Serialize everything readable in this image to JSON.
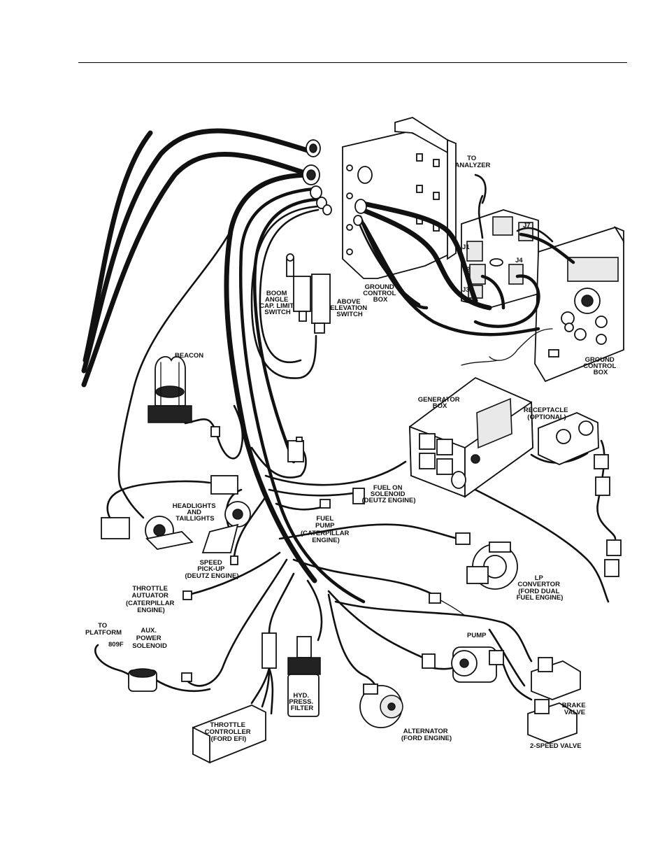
{
  "labels": {
    "to_analyzer": [
      "TO",
      "ANALYZER"
    ],
    "j1": "J1",
    "j2": "J2",
    "j3": "J3",
    "j4": "J4",
    "j7": "J7",
    "boom_angle": [
      "BOOM",
      "ANGLE",
      "CAP. LIMIT",
      "SWITCH"
    ],
    "above_elevation": [
      "ABOVE",
      "ELEVATION",
      "SWITCH"
    ],
    "ground_control_box_1": [
      "GROUND",
      "CONTROL",
      "BOX"
    ],
    "ground_control_box_2": [
      "GROUND",
      "CONTROL",
      "BOX"
    ],
    "beacon": [
      "BEACON"
    ],
    "generator_box": [
      "GENERATOR",
      "BOX"
    ],
    "receptacle": [
      "RECEPTACLE",
      "(OPTIONAL)"
    ],
    "fuel_on_solenoid": [
      "FUEL ON",
      "SOLENOID",
      "(DEUTZ ENGINE)"
    ],
    "fuel_pump": [
      "FUEL",
      "PUMP",
      "(CATERPILLAR",
      "ENGINE)"
    ],
    "headlights": [
      "HEADLIGHTS",
      "AND",
      "TAILLIGHTS"
    ],
    "speed_pickup": [
      "SPEED",
      "PICK-UP",
      "(DEUTZ ENGINE)"
    ],
    "lp_convertor": [
      "LP",
      "CONVERTOR",
      "(FORD DUAL",
      "FUEL ENGINE)"
    ],
    "throttle_autuator": [
      "THROTTLE",
      "AUTUATOR",
      "(CATERPILLAR",
      "ENGINE)"
    ],
    "to_platform": [
      "TO",
      "PLATFORM"
    ],
    "wire_809f": [
      "809F"
    ],
    "aux_power_solenoid": [
      "AUX.",
      "POWER",
      "SOLENOID"
    ],
    "pump": [
      "PUMP"
    ],
    "hyd_press_filter": [
      "HYD.",
      "PRESS.",
      "FILTER"
    ],
    "throttle_controller": [
      "THROTTLE",
      "CONTROLLER",
      "(FORD EFI)"
    ],
    "alternator": [
      "ALTERNATOR",
      "(FORD ENGINE)"
    ],
    "brake_valve": [
      "BRAKE",
      "VALVE"
    ],
    "two_speed_valve": [
      "2-SPEED VALVE"
    ]
  }
}
